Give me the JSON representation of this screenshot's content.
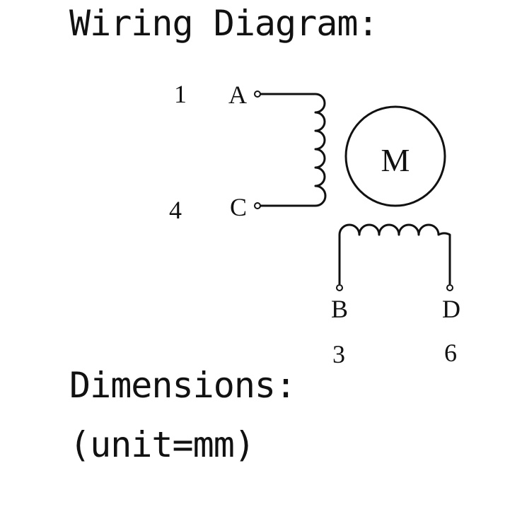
{
  "title": "Wiring Diagram:",
  "motor_label": "M",
  "terminals": {
    "A": {
      "letter": "A",
      "pin": "1"
    },
    "C": {
      "letter": "C",
      "pin": "4"
    },
    "B": {
      "letter": "B",
      "pin": "3"
    },
    "D": {
      "letter": "D",
      "pin": "6"
    }
  },
  "dimensions_heading": "Dimensions:",
  "unit_note": "(unit=mm)"
}
